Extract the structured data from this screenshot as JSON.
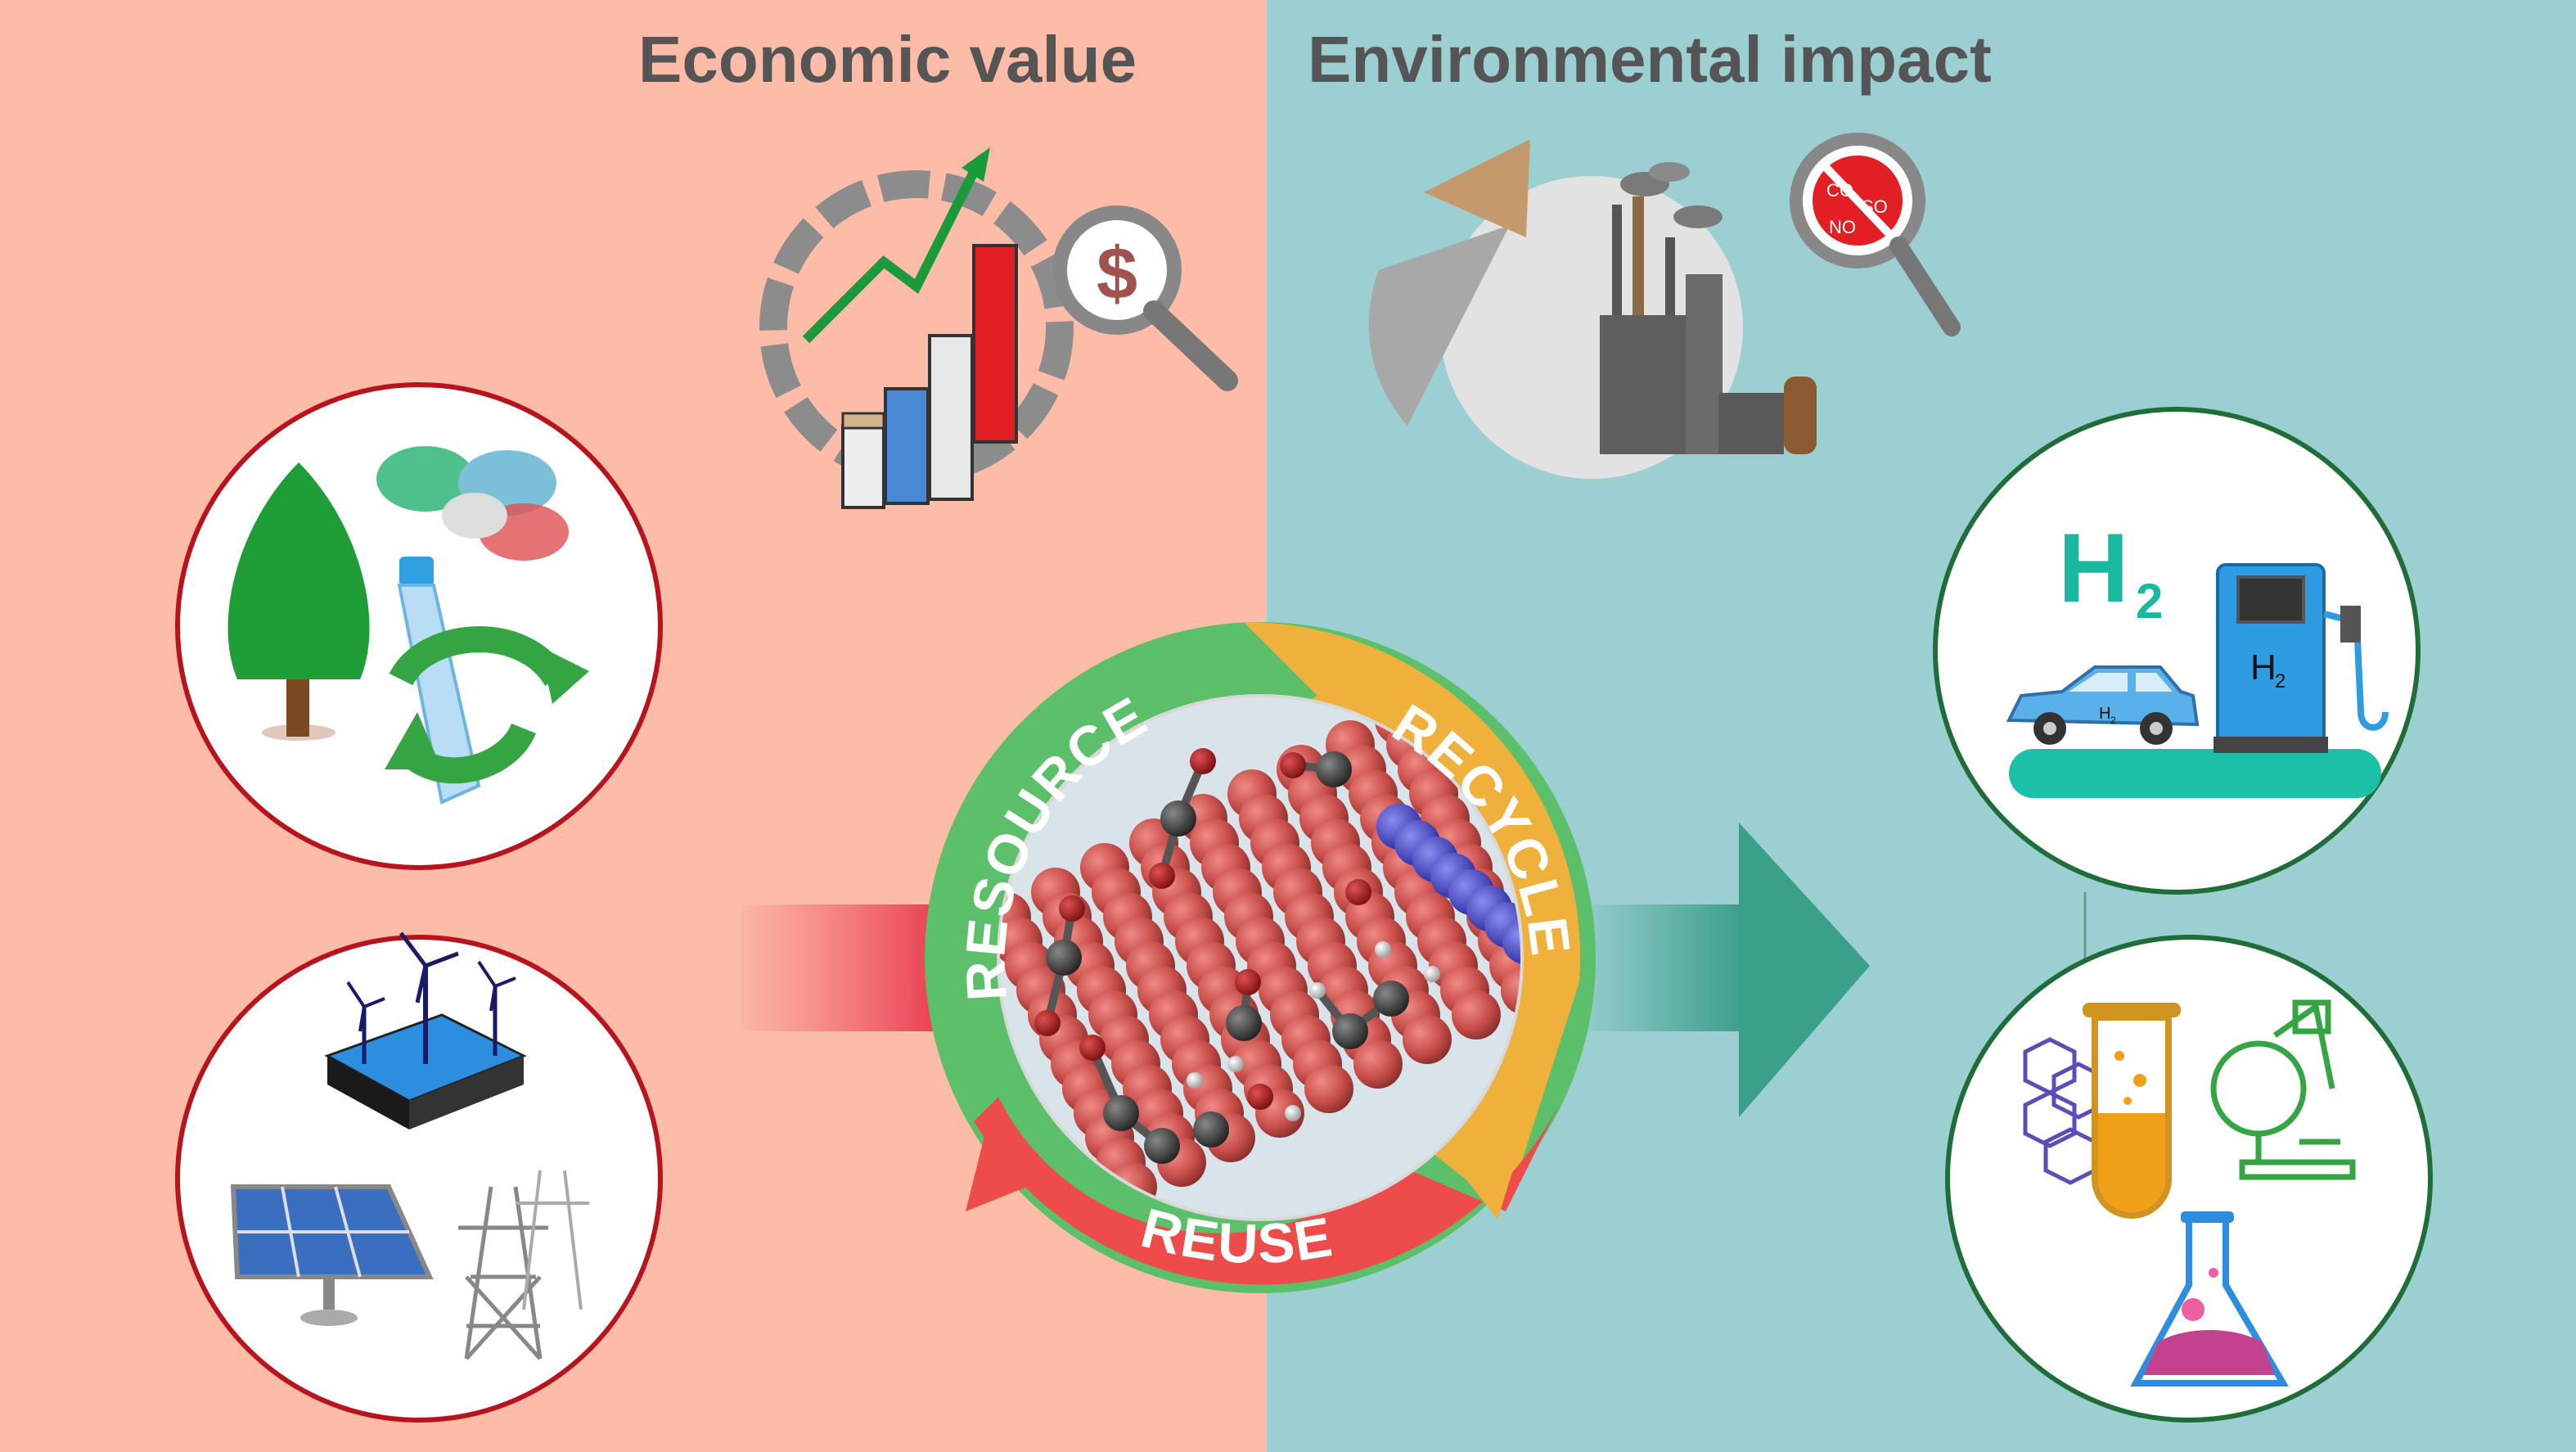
{
  "headings": {
    "left": "Economic value",
    "right": "Environmental impact"
  },
  "cycle": {
    "labels": [
      "RESOURCE",
      "RECYCLE",
      "REUSE"
    ]
  },
  "icons": {
    "economic": [
      "bar-chart-icon",
      "dollar-magnifier-icon"
    ],
    "environmental": [
      "pie-chart-icon",
      "factory-icon",
      "pollution-magnifier-icon"
    ]
  },
  "sources": [
    "tree-icon",
    "plastic-bag-icon",
    "plastic-bottle-icon",
    "recycle-arrows-icon",
    "wind-turbine-icon",
    "solar-panel-icon",
    "power-tower-icon"
  ],
  "products": {
    "h2_title": "H",
    "h2_sub": "2",
    "pump_label": "H",
    "pump_sub": "2",
    "car_label": "H",
    "car_sub": "2"
  },
  "pollutants": {
    "co2": "CO",
    "so2": "SO",
    "nox": "NO"
  },
  "colors": {
    "left_bg": "#fcbca8",
    "right_bg": "#9ccfd2",
    "source_circle_border": "#b8141e",
    "product_circle_border": "#1f6e3a",
    "arc_green": "#5cbf6a",
    "arc_orange": "#f0b03c",
    "arc_red": "#ee4b4b",
    "h2_teal": "#1ab99f"
  }
}
